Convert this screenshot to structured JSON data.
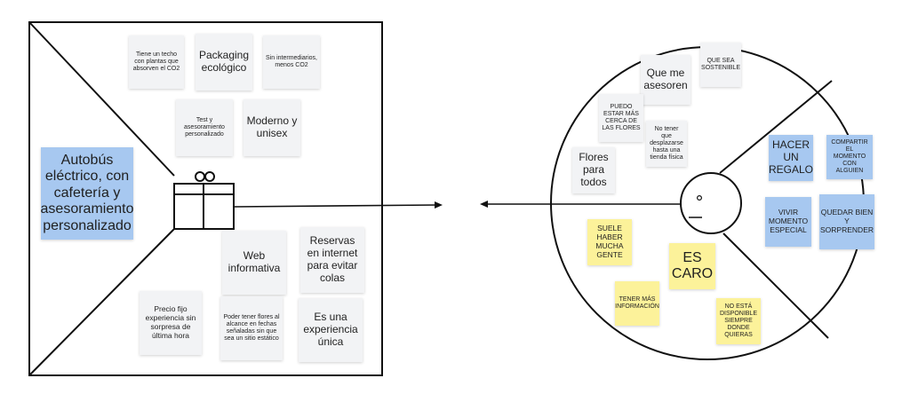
{
  "colors": {
    "line": "#111111",
    "note_white": "#f2f3f5",
    "note_blue": "#a7c8f0",
    "note_yellow": "#fcf29a"
  },
  "icons": {
    "gift": "gift-icon",
    "face": "face-icon"
  },
  "left_panel": {
    "product_note": "Autobús eléctrico, con cafetería y asesoramiento personalizado",
    "notes": {
      "techo": "Tiene un techo con plantas que absorven el CO2",
      "packaging": "Packaging ecológico",
      "intermediarios": "Sin intermediarios, menos CO2",
      "test": "Test y asesoramiento personalizado",
      "moderno": "Moderno y unisex",
      "web": "Web informativa",
      "reservas": "Reservas en internet para evitar colas",
      "precio": "Precio fijo experiencia sin sorpresa de última hora",
      "flores_fechas": "Poder tener flores al alcance en fechas señaladas sin que sea un sitio estático",
      "experiencia": "Es una experiencia única"
    }
  },
  "right_panel": {
    "top_notes": {
      "asesoren": "Que me asesoren",
      "sostenible": "QUE SEA SOSTENIBLE",
      "cerca": "PUEDO ESTAR MÁS CERCA DE LAS FLORES",
      "desplazarse": "No tener que desplazarse hasta una tienda física",
      "flores_todos": "Flores para todos"
    },
    "gain_notes": {
      "regalo": "HACER UN REGALO",
      "compartir": "COMPARTIR EL MOMENTO CON ALGUIEN",
      "momento": "VIVIR MOMENTO ESPECIAL",
      "quedar": "QUEDAR BIEN Y SORPRENDER"
    },
    "pain_notes": {
      "gente": "SUELE HABER MUCHA GENTE",
      "caro": "ES CARO",
      "informacion": "TENER MÁS INFORMACIÓN",
      "disponible": "NO ESTÁ DISPONIBLE SIEMPRE DONDE QUIERAS"
    }
  }
}
